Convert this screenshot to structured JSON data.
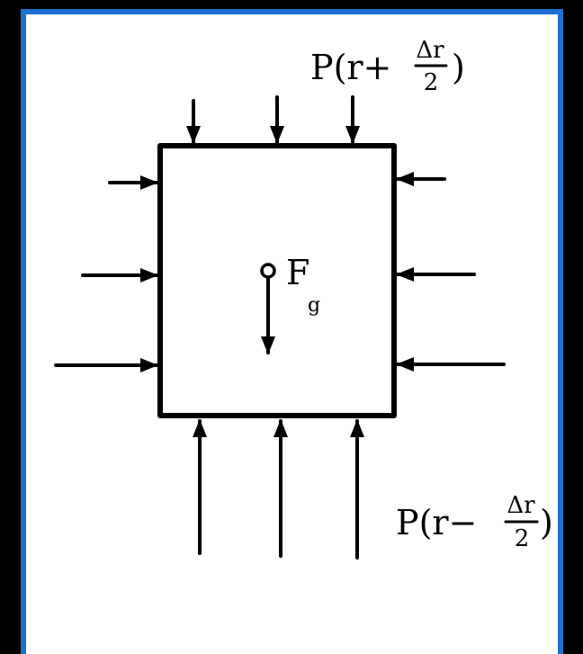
{
  "diagram": {
    "top_label": {
      "prefix": "P(r+",
      "numerator": "Δr",
      "denominator": "2",
      "suffix": ")"
    },
    "bottom_label": {
      "prefix": "P(r−",
      "numerator": "Δr",
      "denominator": "2",
      "suffix": ")"
    },
    "force": {
      "symbol": "F",
      "subscript": "g"
    }
  }
}
